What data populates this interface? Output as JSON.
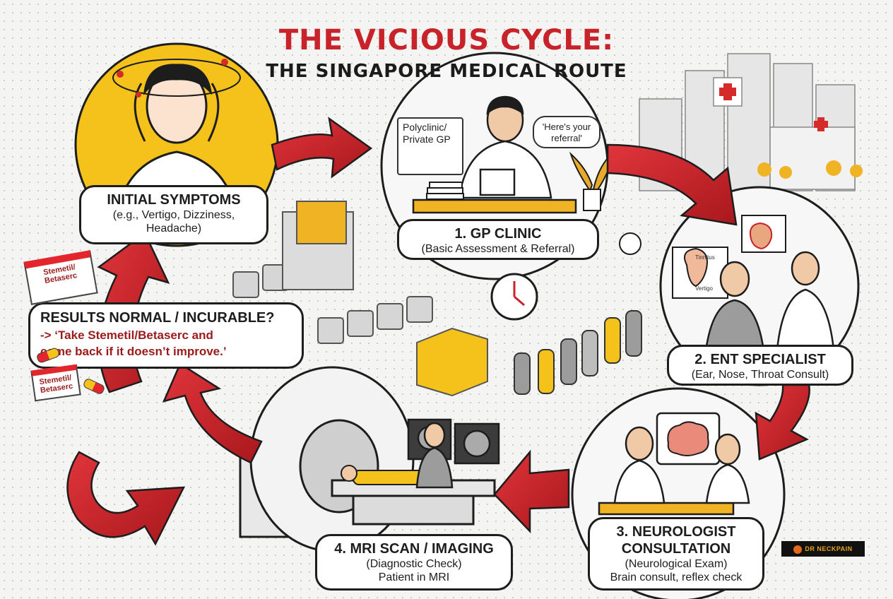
{
  "title": {
    "line1": "THE VICIOUS CYCLE:",
    "line2": "THE SINGAPORE MEDICAL ROUTE"
  },
  "steps": {
    "initial": {
      "heading": "INITIAL SYMPTOMS",
      "sub": "(e.g., Vertigo, Dizziness,",
      "sub2": "Headache)"
    },
    "gp": {
      "heading": "1. GP CLINIC",
      "sub": "(Basic Assessment & Referral)"
    },
    "ent": {
      "heading": "2. ENT SPECIALIST",
      "sub": "(Ear, Nose, Throat Consult)"
    },
    "neuro": {
      "heading": "3. NEUROLOGIST",
      "heading2": "CONSULTATION",
      "sub": "(Neurological Exam)",
      "sub2": "Brain consult, reflex check"
    },
    "mri": {
      "heading": "4. MRI SCAN / IMAGING",
      "sub": "(Diagnostic Check)",
      "sub2": "Patient in MRI"
    }
  },
  "results": {
    "heading": "RESULTS NORMAL / INCURABLE?",
    "quote_line1": "-> ‘Take Stemetil/Betaserc and",
    "quote_line2": "come back if it doesn’t improve.’"
  },
  "gp_sign": {
    "line1": "Polyclinic/",
    "line2": "Private GP"
  },
  "gp_bubble": {
    "line1": "'Here's your",
    "line2": "referral'"
  },
  "ear_chart": {
    "label1": "Tinnitus",
    "label2": "Vertigo"
  },
  "med_packs": {
    "pack1_line1": "Stemetil/",
    "pack1_line2": "Betaserc",
    "pack2_line1": "Stemetil/",
    "pack2_line2": "Betaserc"
  },
  "logo": {
    "text": "DR NECKPAIN"
  },
  "colors": {
    "accent_red": "#c8232a",
    "symptom_yellow": "#f4c21b",
    "outline": "#1d1d1d"
  }
}
